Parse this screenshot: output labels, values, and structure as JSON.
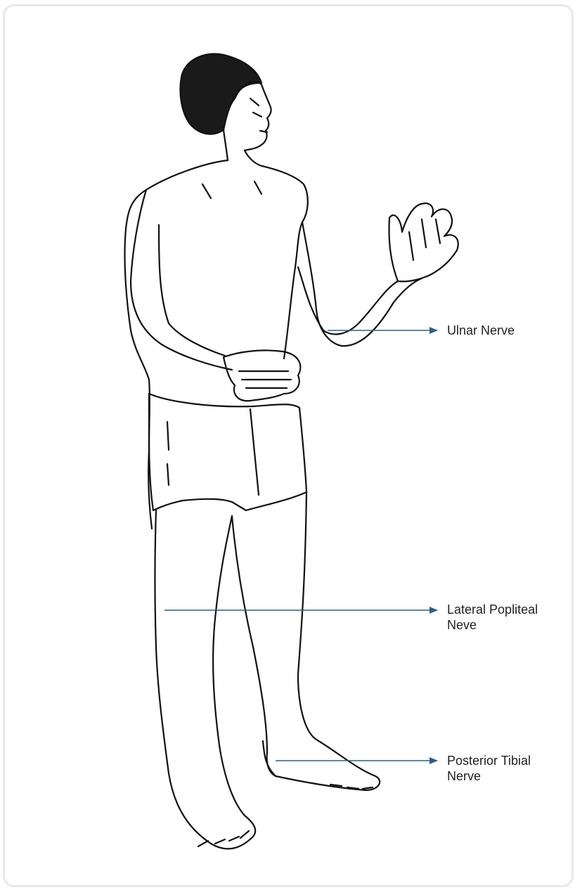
{
  "figure": {
    "subject": "standing man drawing",
    "accent_color": "#2c5f8a",
    "line_color": "#111111"
  },
  "callouts": [
    {
      "id": "ulnar",
      "label": "Ulnar Nerve"
    },
    {
      "id": "lateral-popliteal",
      "label": "Lateral Popliteal\nNeve"
    },
    {
      "id": "posterior-tibial",
      "label": "Posterior Tibial\nNerve"
    }
  ]
}
